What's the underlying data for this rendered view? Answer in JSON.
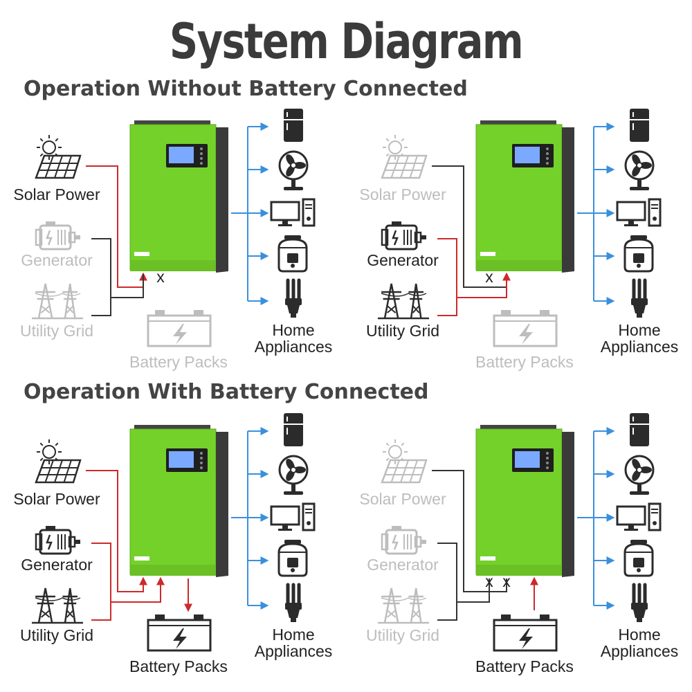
{
  "title": "System Diagram",
  "colors": {
    "inverter_green": "#74d12a",
    "active_line": "#cc2a2a",
    "inactive_line": "#333333",
    "output_arrow": "#3a8fdd",
    "inactive_gray": "#bdbdbd"
  },
  "sections": [
    {
      "title": "Operation Without Battery Connected"
    },
    {
      "title": "Operation With Battery Connected"
    }
  ],
  "labels": {
    "solar": "Solar Power",
    "generator": "Generator",
    "grid": "Utility Grid",
    "battery": "Battery Packs",
    "appliances_line1": "Home",
    "appliances_line2": "Appliances",
    "blocked_mark": "x"
  },
  "panels": [
    {
      "solar_active": true,
      "generator_active": false,
      "grid_active": false,
      "battery_active": false,
      "pv_input": "active",
      "grid_input": "blocked"
    },
    {
      "solar_active": false,
      "generator_active": true,
      "grid_active": true,
      "battery_active": false,
      "pv_input": "blocked",
      "grid_input": "active"
    },
    {
      "solar_active": true,
      "generator_active": true,
      "grid_active": true,
      "battery_active": true,
      "pv_input": "active",
      "grid_input": "active",
      "battery_flow": "charging"
    },
    {
      "solar_active": false,
      "generator_active": false,
      "grid_active": false,
      "battery_active": true,
      "pv_input": "blocked",
      "grid_input": "blocked",
      "battery_flow": "discharging"
    }
  ]
}
